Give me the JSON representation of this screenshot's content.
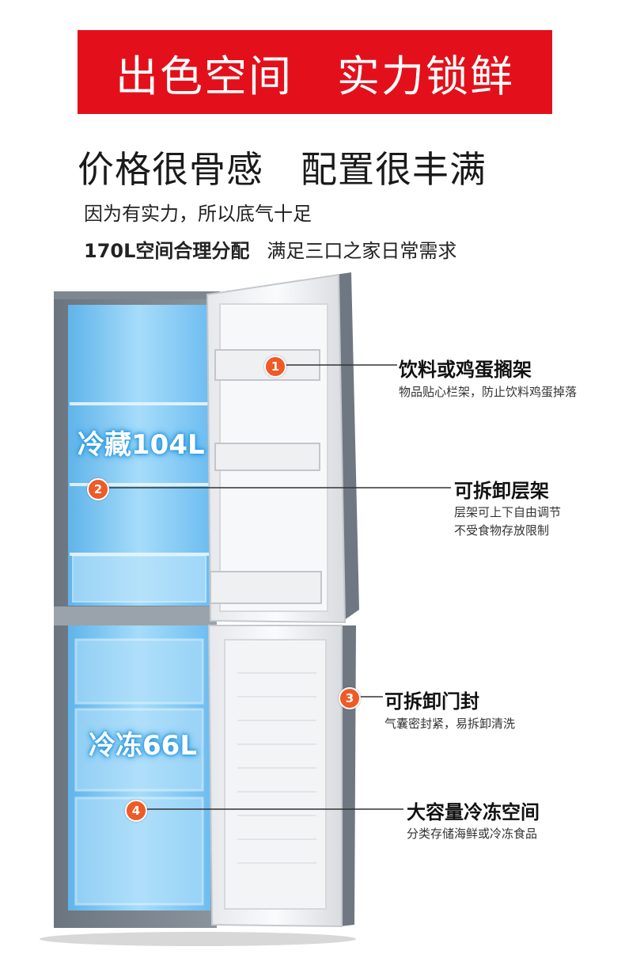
{
  "banner": {
    "text": "出色空间　实力锁鲜",
    "bg_color": "#e3101b"
  },
  "headline": "价格很骨感　配置很丰满",
  "subline1": "因为有实力，所以底气十足",
  "subline2": {
    "bold": "170L空间合理分配",
    "text": "满足三口之家日常需求"
  },
  "compartments": {
    "fridge": "冷藏104L",
    "freezer": "冷冻66L"
  },
  "callouts": [
    {
      "num": "1",
      "title": "饮料或鸡蛋搁架",
      "desc": [
        "物品贴心栏架，防止饮料鸡蛋掉落"
      ]
    },
    {
      "num": "2",
      "title": "可拆卸层架",
      "desc": [
        "层架可上下自由调节",
        "不受食物存放限制"
      ]
    },
    {
      "num": "3",
      "title": "可拆卸门封",
      "desc": [
        "气囊密封紧，易拆卸清洗"
      ]
    },
    {
      "num": "4",
      "title": "大容量冷冻空间",
      "desc": [
        "分类存储海鲜或冷冻食品"
      ]
    }
  ],
  "colors": {
    "marker": "#ef5a26",
    "interior": "#7cc8f5",
    "door": "#f2f3f5"
  }
}
